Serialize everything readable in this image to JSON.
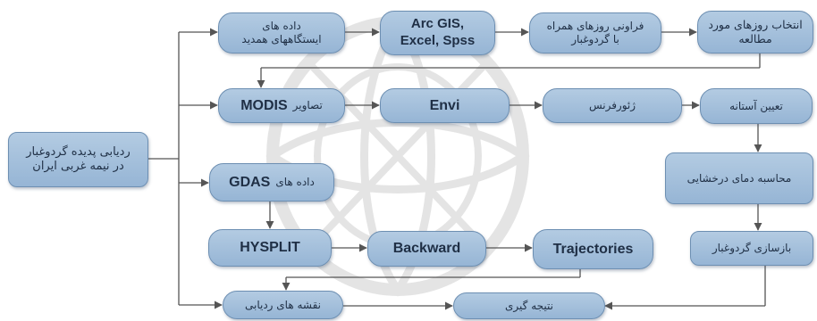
{
  "diagram": {
    "root": "ردیابی پدیده گردوغبار\nدر نیمه غربی ایران",
    "row1": {
      "stations": "داده های\nایستگاههای همدید",
      "software": "Arc GIS,\nExcel, Spss",
      "frequency": "فراونی روزهای همراه\nبا گردوغبار",
      "selection": "انتخاب روزهای مورد\nمطالعه"
    },
    "row2": {
      "modis_latin": "MODIS",
      "modis_farsi": "تصاویر",
      "envi": "Envi",
      "georef": "ژئورفرنس",
      "threshold": "تعیین آستانه"
    },
    "row3": {
      "gdas_farsi": "داده های",
      "gdas_latin": "GDAS",
      "brightness": "محاسبه دمای درخشایی",
      "reconstruction": "بازسازی گردوغبار"
    },
    "row4": {
      "hysplit": "HYSPLIT",
      "backward": "Backward",
      "trajectories": "Trajectories"
    },
    "row5": {
      "maps": "نقشه های ردیابی",
      "conclusion": "نتیجه گیری"
    },
    "colors": {
      "node_fill": "#a5c0dc",
      "node_border": "#6d8fb2",
      "arrow": "#555555",
      "watermark": "#cfcfcf"
    }
  }
}
